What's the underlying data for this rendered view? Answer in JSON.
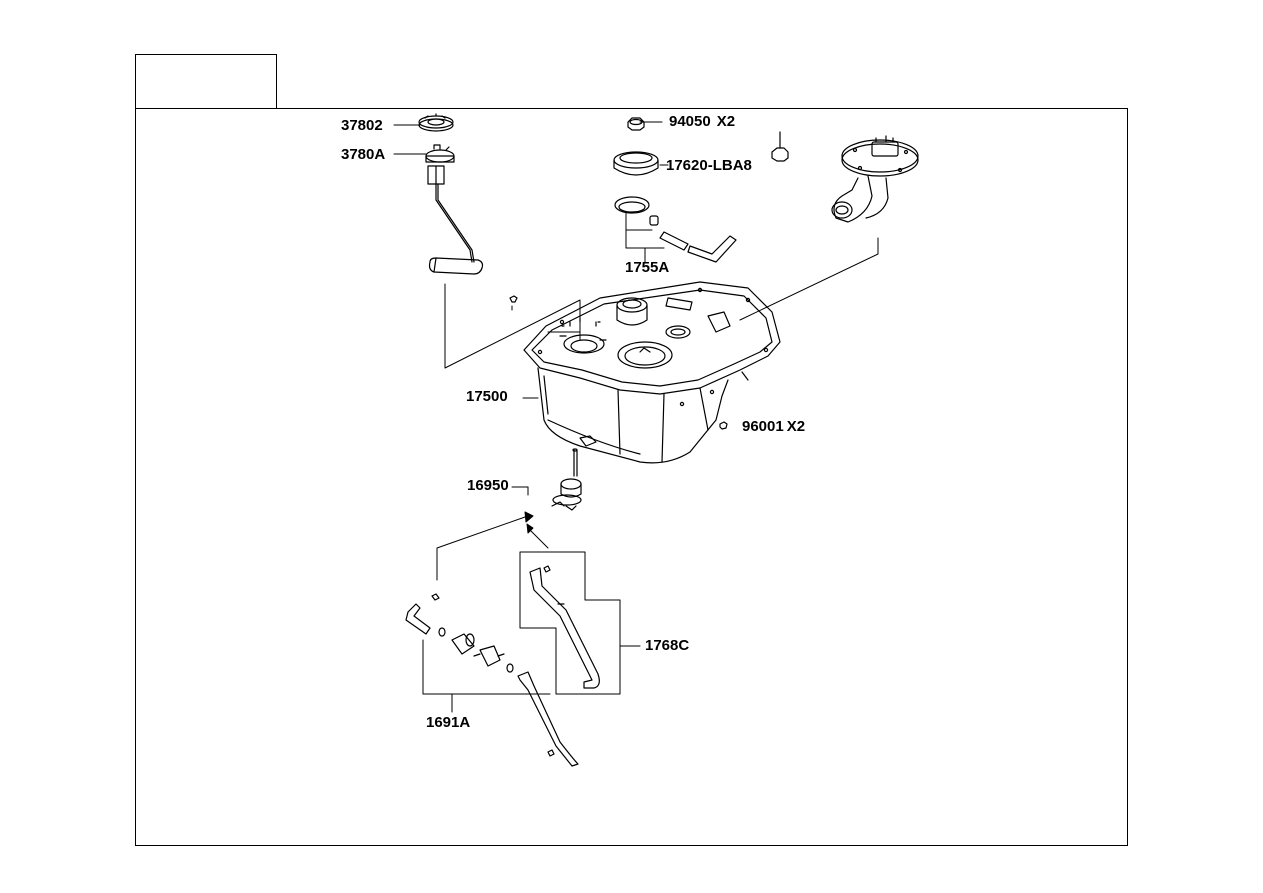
{
  "header": {
    "title_box_text": ""
  },
  "parts": [
    {
      "id": "p37802",
      "number": "37802",
      "qty": ""
    },
    {
      "id": "p3780A",
      "number": "3780A",
      "qty": ""
    },
    {
      "id": "p94050",
      "number": "94050",
      "qty": "X2"
    },
    {
      "id": "p17620",
      "number": "17620-LBA8",
      "qty": ""
    },
    {
      "id": "p1755A",
      "number": "1755A",
      "qty": ""
    },
    {
      "id": "p17500",
      "number": "17500",
      "qty": ""
    },
    {
      "id": "p96001",
      "number": "96001",
      "qty": "X2"
    },
    {
      "id": "p16950",
      "number": "16950",
      "qty": ""
    },
    {
      "id": "p1768C",
      "number": "1768C",
      "qty": ""
    },
    {
      "id": "p1691A",
      "number": "1691A",
      "qty": ""
    }
  ]
}
